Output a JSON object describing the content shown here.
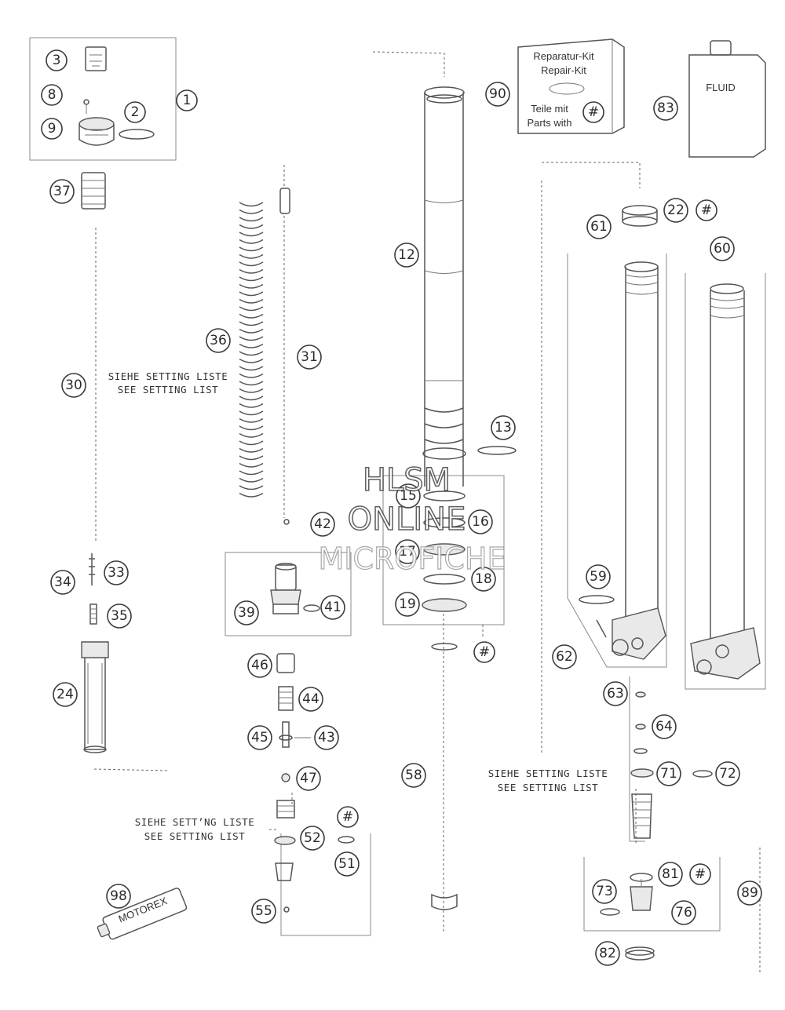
{
  "notes": {
    "setting_left": [
      "SIEHE SETTING LISTE",
      "SEE SETTING LIST"
    ],
    "setting_bottom_left": [
      "SIEHE SETT’NG LISTE",
      "SEE SETTING LIST"
    ],
    "setting_right": [
      "SIEHE SETTING LISTE",
      "SEE SETTING LIST"
    ]
  },
  "kit_box": {
    "line1": "Reparatur-Kit",
    "line2": "Repair-Kit",
    "line3": "Teile mit",
    "line4": "Parts with",
    "symbol": "#"
  },
  "fluid_label": "FLUID",
  "tube_label": "MOTOREX",
  "watermark": {
    "line1": "HLSM",
    "line2": "ONLINE",
    "line3": "MICROFICHE"
  },
  "callouts": [
    {
      "id": "c3",
      "label": "3"
    },
    {
      "id": "c1",
      "label": "1"
    },
    {
      "id": "c8",
      "label": "8"
    },
    {
      "id": "c2",
      "label": "2"
    },
    {
      "id": "c9",
      "label": "9"
    },
    {
      "id": "c37",
      "label": "37"
    },
    {
      "id": "c36",
      "label": "36"
    },
    {
      "id": "c31",
      "label": "31"
    },
    {
      "id": "c30",
      "label": "30"
    },
    {
      "id": "c34",
      "label": "34"
    },
    {
      "id": "c33",
      "label": "33"
    },
    {
      "id": "c35",
      "label": "35"
    },
    {
      "id": "c24",
      "label": "24"
    },
    {
      "id": "c42",
      "label": "42"
    },
    {
      "id": "c39",
      "label": "39"
    },
    {
      "id": "c41",
      "label": "41"
    },
    {
      "id": "c46",
      "label": "46"
    },
    {
      "id": "c44",
      "label": "44"
    },
    {
      "id": "c45",
      "label": "45"
    },
    {
      "id": "c43",
      "label": "43"
    },
    {
      "id": "c47",
      "label": "47"
    },
    {
      "id": "c52",
      "label": "52"
    },
    {
      "id": "c51",
      "label": "51"
    },
    {
      "id": "c55",
      "label": "55"
    },
    {
      "id": "c98",
      "label": "98"
    },
    {
      "id": "c90",
      "label": "90"
    },
    {
      "id": "c12",
      "label": "12"
    },
    {
      "id": "c13",
      "label": "13"
    },
    {
      "id": "c15",
      "label": "15"
    },
    {
      "id": "c16",
      "label": "16"
    },
    {
      "id": "c17",
      "label": "17"
    },
    {
      "id": "c18",
      "label": "18"
    },
    {
      "id": "c19",
      "label": "19"
    },
    {
      "id": "c58",
      "label": "58"
    },
    {
      "id": "c83",
      "label": "83"
    },
    {
      "id": "c22",
      "label": "22"
    },
    {
      "id": "c61",
      "label": "61"
    },
    {
      "id": "c60",
      "label": "60"
    },
    {
      "id": "c59",
      "label": "59"
    },
    {
      "id": "c62",
      "label": "62"
    },
    {
      "id": "c63",
      "label": "63"
    },
    {
      "id": "c64",
      "label": "64"
    },
    {
      "id": "c71",
      "label": "71"
    },
    {
      "id": "c72",
      "label": "72"
    },
    {
      "id": "c73",
      "label": "73"
    },
    {
      "id": "c81",
      "label": "81"
    },
    {
      "id": "c76",
      "label": "76"
    },
    {
      "id": "c89",
      "label": "89"
    },
    {
      "id": "c82",
      "label": "82"
    },
    {
      "id": "h1",
      "label": "#"
    },
    {
      "id": "h2",
      "label": "#"
    },
    {
      "id": "h3",
      "label": "#"
    },
    {
      "id": "h4",
      "label": "#"
    },
    {
      "id": "h5",
      "label": "#"
    }
  ]
}
